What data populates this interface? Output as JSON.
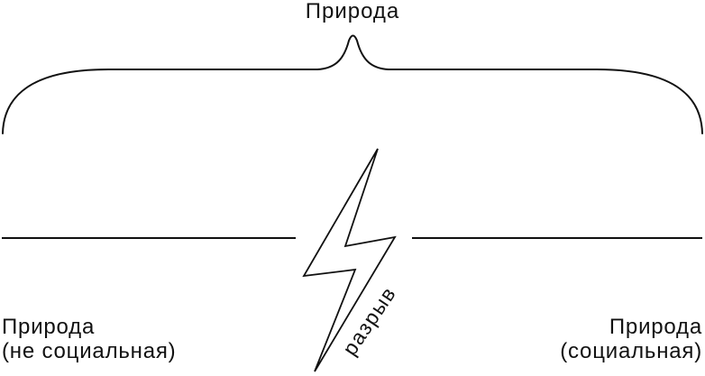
{
  "diagram": {
    "title": "Природа",
    "rupture_label": "разрыв",
    "left_label": {
      "line1": "Природа",
      "line2": "(не социальная)"
    },
    "right_label": {
      "line1": "Природа",
      "line2": "(социальная)"
    },
    "icons": {
      "brace": "curly-brace-top",
      "bolt": "lightning-bolt"
    },
    "colors": {
      "ink": "#111111",
      "background": "#ffffff"
    }
  }
}
